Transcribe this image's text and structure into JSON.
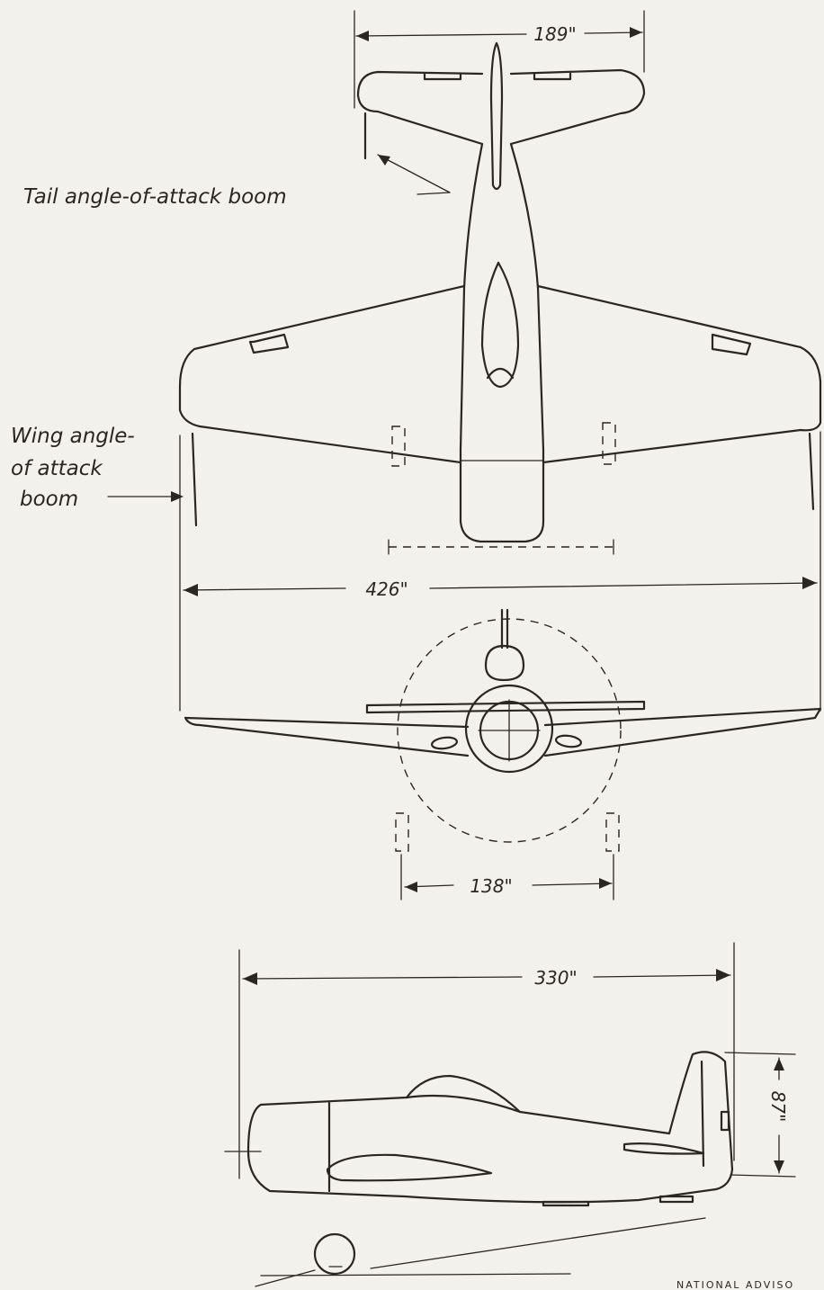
{
  "annotations": {
    "tail_boom": "Tail angle-of-attack boom",
    "wing_boom_line1": "Wing angle-",
    "wing_boom_line2": "of attack",
    "wing_boom_line3": "boom"
  },
  "dimensions": {
    "tail_span": "189\"",
    "wing_span": "426\"",
    "main_gear_track": "138\"",
    "fuselage_length": "330\"",
    "tail_height": "87\""
  },
  "footer": {
    "agency_fragment": "NATIONAL ADVISO"
  }
}
